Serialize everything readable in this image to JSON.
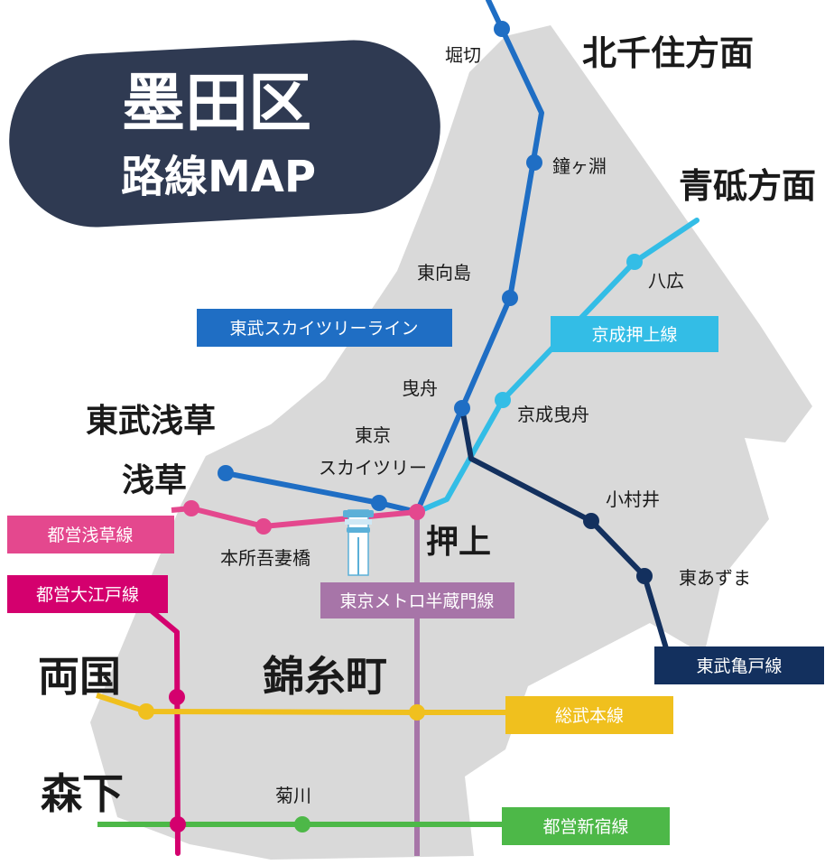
{
  "title": {
    "line1": "墨田区",
    "line2": "路線MAP"
  },
  "colors": {
    "ward_fill": "#d9d9d9",
    "title_badge": "#2f3a52",
    "tobu_skytree": "#1f6ec4",
    "keisei_oshiage": "#33bde6",
    "tobu_kameido": "#13305e",
    "toei_asakusa": "#e4488e",
    "toei_oedo": "#d4006e",
    "hanzomon": "#a775a8",
    "sobu": "#f0c01e",
    "shinjuku": "#4db848"
  },
  "directions": {
    "kitasenju": "北千住方面",
    "aoto": "青砥方面"
  },
  "lines": {
    "tobu_skytree": "東武スカイツリーライン",
    "keisei_oshiage": "京成押上線",
    "tobu_kameido": "東武亀戸線",
    "toei_asakusa": "都営浅草線",
    "toei_oedo": "都営大江戸線",
    "hanzomon": "東京メトロ半蔵門線",
    "sobu": "総武本線",
    "shinjuku": "都営新宿線"
  },
  "stations": {
    "horikiri": "堀切",
    "kanegafuchi": "鐘ヶ淵",
    "higashimukojima": "東向島",
    "hikifune": "曳舟",
    "yahiro": "八広",
    "keisei_hikifune": "京成曳舟",
    "skytree_line1": "東京",
    "skytree_line2": "スカイツリー",
    "tobu_asakusa": "東武浅草",
    "asakusa": "浅草",
    "honjo_azumabashi": "本所吾妻橋",
    "oshiage": "押上",
    "omurai": "小村井",
    "higashi_azuma": "東あずま",
    "ryogoku": "両国",
    "kinshicho": "錦糸町",
    "morishita": "森下",
    "kikukawa": "菊川"
  },
  "icons": {
    "skytree": "skytree-tower-icon"
  }
}
